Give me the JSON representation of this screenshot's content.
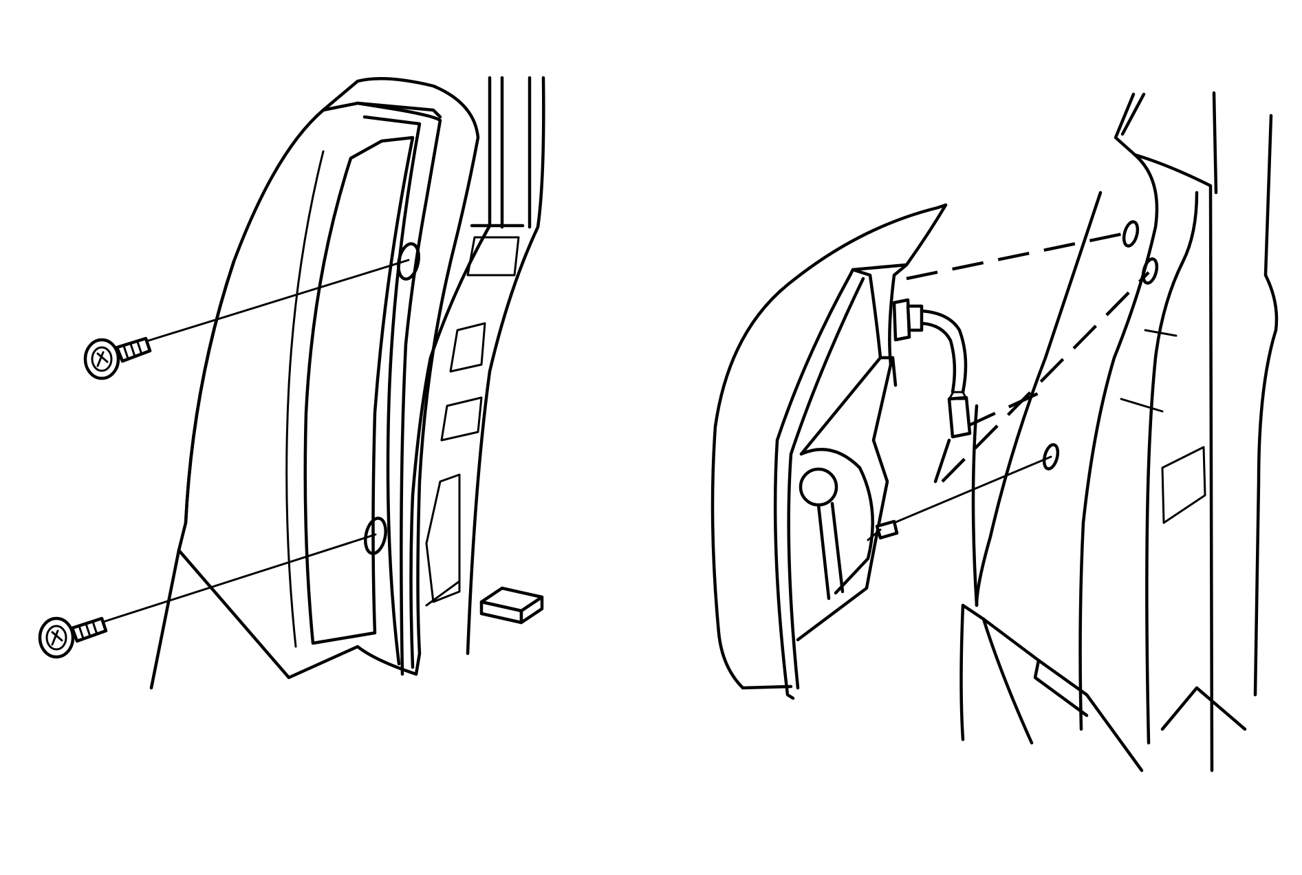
{
  "diagram": {
    "panels": [
      {
        "id": "left",
        "parts": [
          "tail-lamp-housing",
          "body-pillar",
          "screw",
          "screw",
          "retainer-clip"
        ]
      },
      {
        "id": "right",
        "parts": [
          "tail-lamp-housing",
          "bulb-socket",
          "wiring-harness",
          "connector",
          "body-pillar"
        ]
      }
    ]
  }
}
